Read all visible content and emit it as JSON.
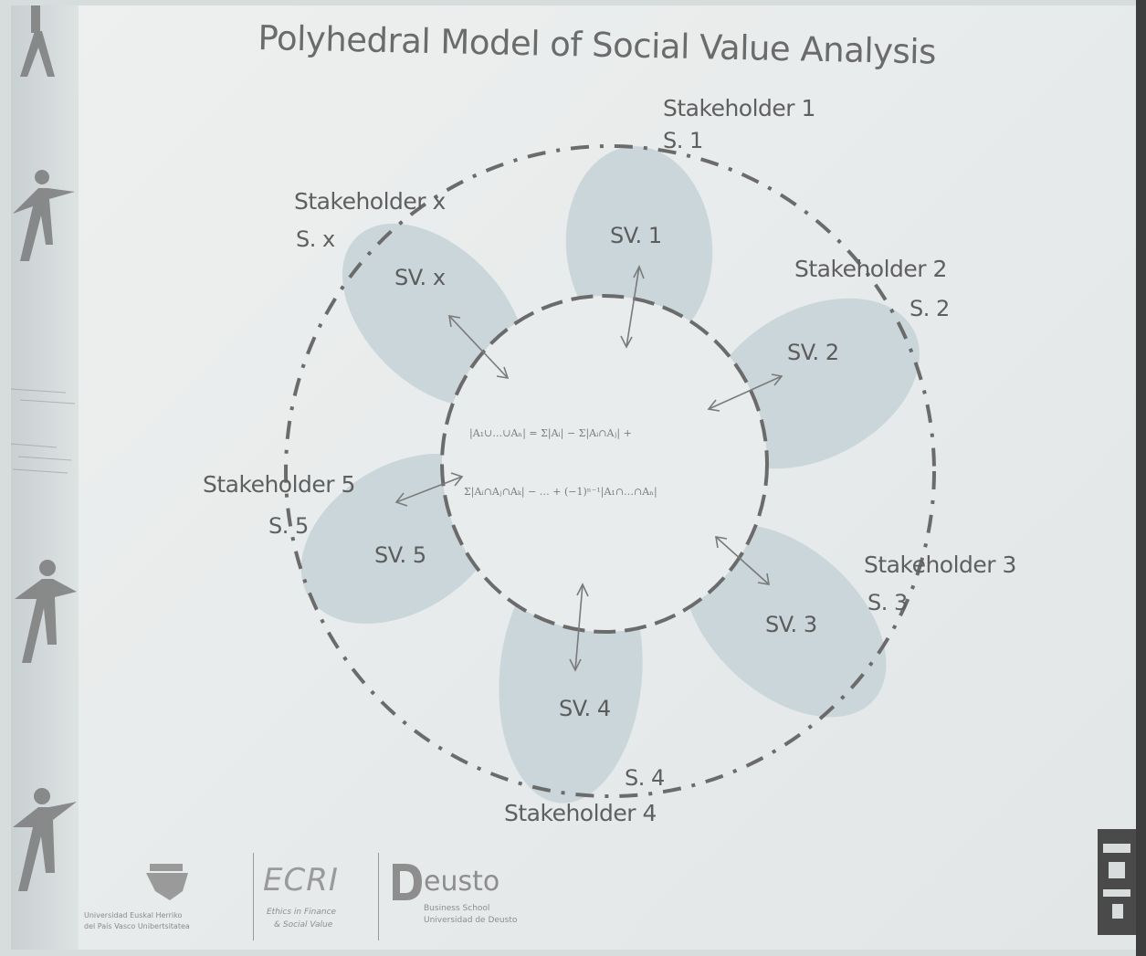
{
  "title": "Polyhedral Model of Social Value Analysis",
  "stakeholders": [
    {
      "name": "Stakeholder 1",
      "id": "S. 1",
      "sv": "SV. 1"
    },
    {
      "name": "Stakeholder 2",
      "id": "S. 2",
      "sv": "SV. 2"
    },
    {
      "name": "Stakeholder 3",
      "id": "S. 3",
      "sv": "SV. 3"
    },
    {
      "name": "Stakeholder 4",
      "id": "S. 4",
      "sv": "SV. 4"
    },
    {
      "name": "Stakeholder 5",
      "id": "S. 5",
      "sv": "SV. 5"
    },
    {
      "name": "Stakeholder x",
      "id": "S. x",
      "sv": "SV. x"
    }
  ],
  "formula": {
    "line1": "|A₁∪…∪Aₙ| = Σ|Aᵢ| − Σ|Aᵢ∩Aⱼ| +",
    "line2": "Σ|Aᵢ∩Aⱼ∩Aₖ| − … + (−1)ⁿ⁻¹|A₁∩…∩Aₙ|"
  },
  "logos": {
    "upv_line1": "Universidad   Euskal Herriko",
    "upv_line2": "del País Vasco   Unibertsitatea",
    "ecri": "ECRI",
    "ecri_sub1": "Ethics in Finance",
    "ecri_sub2": "& Social Value",
    "deusto": "eusto",
    "deusto_sub1": "Business School",
    "deusto_sub2": "Universidad de Deusto"
  },
  "colors": {
    "petal": "#c5d2d7",
    "line": "#6e6e6e",
    "text": "#5f5f5f"
  }
}
